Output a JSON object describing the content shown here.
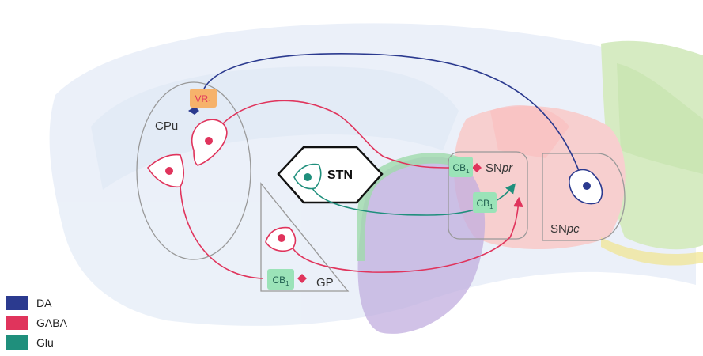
{
  "regions": {
    "cpu": "CPu",
    "stn": "STN",
    "gp": "GP",
    "snpr": {
      "base": "SN",
      "italic": "pr"
    },
    "snpc": {
      "base": "SN",
      "italic": "pc"
    }
  },
  "receptors": {
    "vr1": {
      "base": "VR",
      "sub": "1"
    },
    "cb1": {
      "base": "CB",
      "sub": "1"
    }
  },
  "legend": [
    {
      "label": "DA",
      "color": "#2b3a8f"
    },
    {
      "label": "GABA",
      "color": "#e0345c"
    },
    {
      "label": "Glu",
      "color": "#1f8f7c"
    }
  ],
  "colors": {
    "da": "#2b3a8f",
    "gaba": "#e0345c",
    "glu": "#1f8f7c",
    "receptor_green": "#9be3b8",
    "receptor_orange": "#f6b26b"
  }
}
